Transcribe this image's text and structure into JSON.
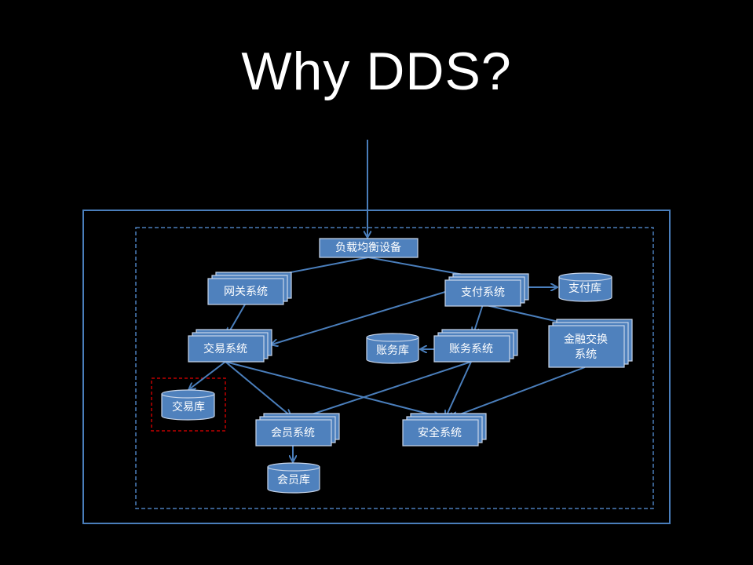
{
  "slide": {
    "title": "Why DDS?"
  },
  "diagram": {
    "load_balancer": "负载均衡设备",
    "gateway": "网关系统",
    "payment": "支付系统",
    "payment_db": "支付库",
    "trade": "交易系统",
    "account_db": "账务库",
    "account": "账务系统",
    "finance_exchange_line1": "金融交换",
    "finance_exchange_line2": "系统",
    "trade_db": "交易库",
    "member": "会员系统",
    "security": "安全系统",
    "member_db": "会员库"
  },
  "colors": {
    "node": "#4f81bd",
    "line": "#4a7ebb",
    "highlight": "#c00000"
  }
}
